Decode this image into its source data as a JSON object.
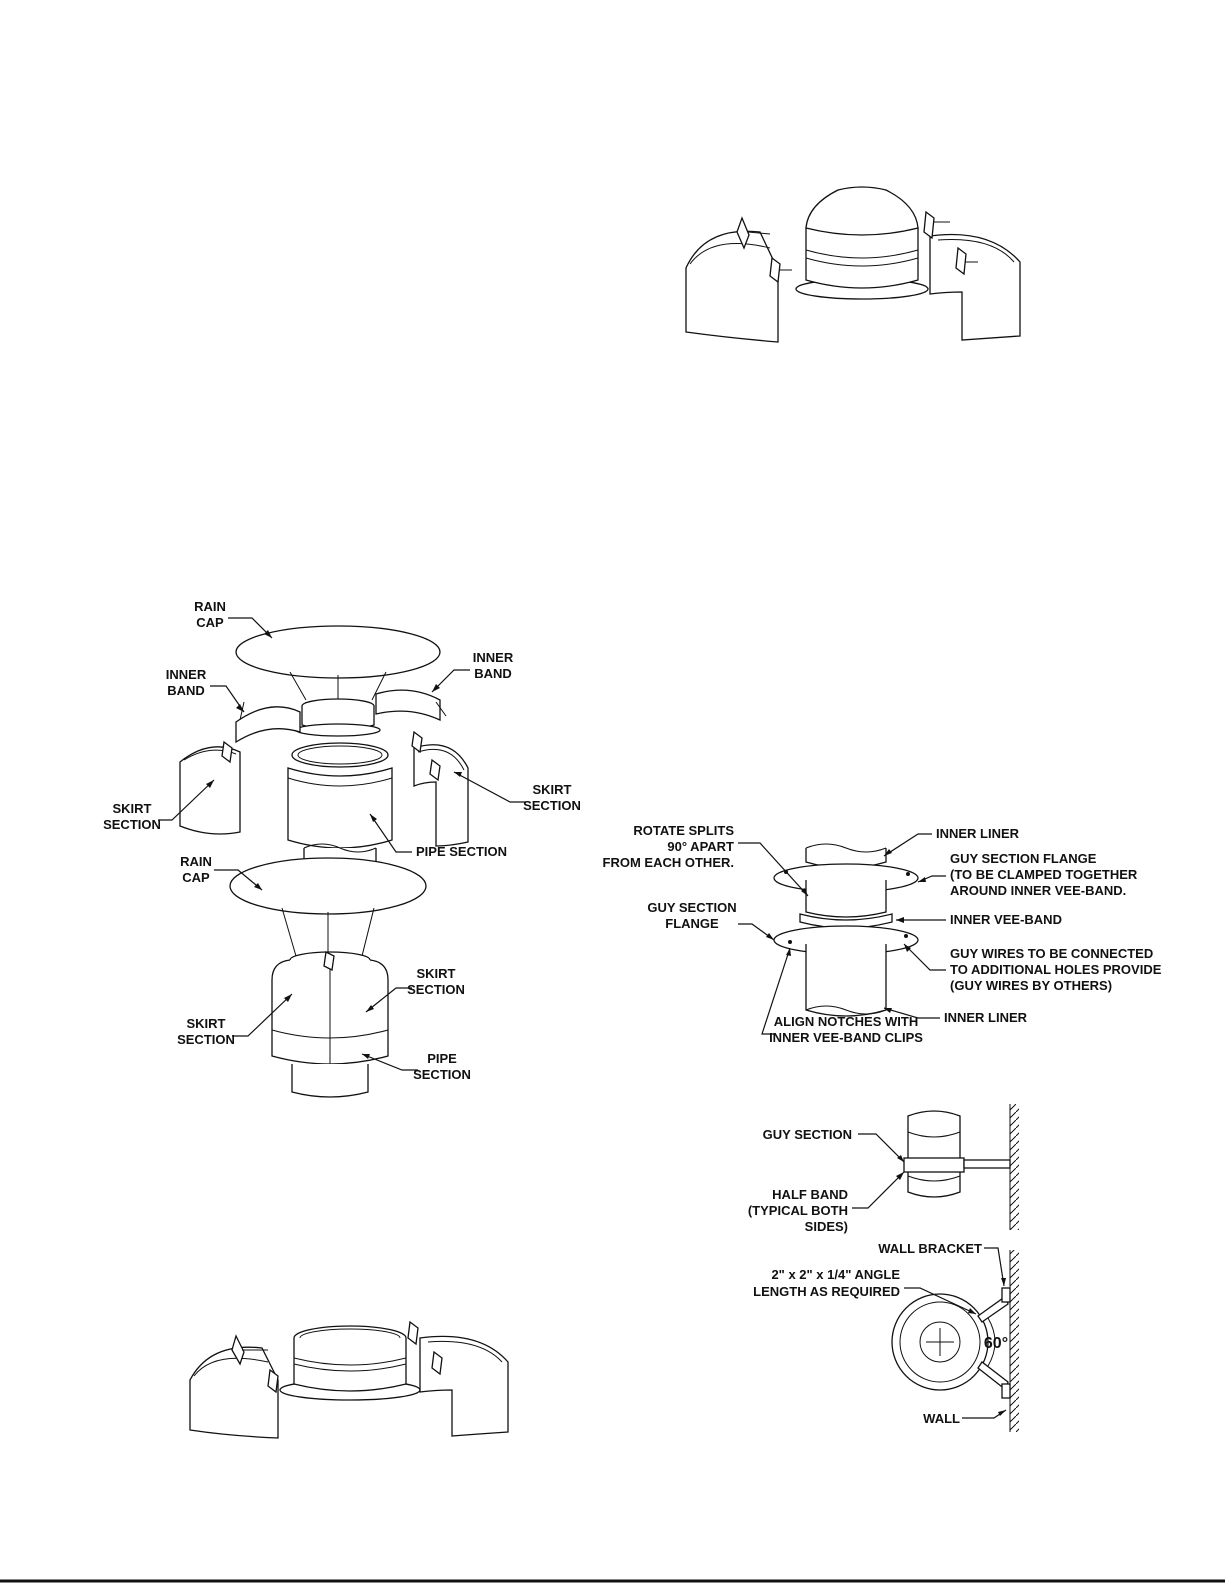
{
  "fig_rain_cap_exploded": {
    "rain_cap": [
      "RAIN",
      "CAP"
    ],
    "inner_band_left": [
      "INNER",
      "BAND"
    ],
    "inner_band_right": [
      "INNER",
      "BAND"
    ],
    "skirt_left": [
      "SKIRT",
      "SECTION"
    ],
    "skirt_right": [
      "SKIRT",
      "SECTION"
    ],
    "pipe_section": "PIPE SECTION"
  },
  "fig_rain_cap_assembled": {
    "rain_cap": [
      "RAIN",
      "CAP"
    ],
    "skirt_right": [
      "SKIRT",
      "SECTION"
    ],
    "skirt_left": [
      "SKIRT",
      "SECTION"
    ],
    "pipe_section": [
      "PIPE",
      "SECTION"
    ]
  },
  "fig_guy_section": {
    "rotate_splits": [
      "ROTATE SPLITS",
      "90° APART",
      "FROM EACH OTHER."
    ],
    "inner_liner_top": "INNER LINER",
    "guy_flange_top": [
      "GUY SECTION FLANGE",
      "(TO BE CLAMPED TOGETHER",
      "AROUND INNER VEE-BAND."
    ],
    "guy_flange_left": [
      "GUY SECTION",
      "FLANGE"
    ],
    "inner_vee_band": "INNER VEE-BAND",
    "guy_wires": [
      "GUY WIRES TO BE CONNECTED",
      "TO ADDITIONAL HOLES PROVIDE",
      "(GUY WIRES BY OTHERS)"
    ],
    "inner_liner_bottom": "INNER LINER",
    "align_notches": [
      "ALIGN NOTCHES WITH",
      "INNER VEE-BAND CLIPS"
    ]
  },
  "fig_wall_bracket": {
    "guy_section": "GUY SECTION",
    "half_band": [
      "HALF BAND",
      "(TYPICAL BOTH",
      "SIDES)"
    ],
    "wall_bracket": "WALL BRACKET",
    "angle": [
      "2\" x 2\" x 1/4\" ANGLE",
      "LENGTH AS REQUIRED"
    ],
    "angle_value": "60°",
    "wall": "WALL"
  }
}
